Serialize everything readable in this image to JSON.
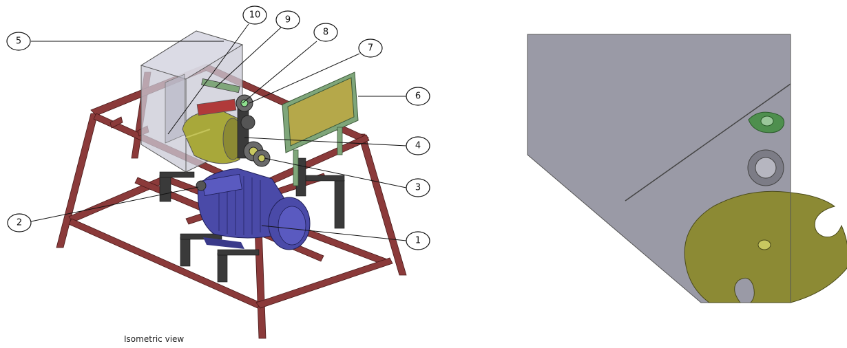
{
  "caption": "Isometric view",
  "callouts": [
    {
      "id": "c1",
      "label": "1"
    },
    {
      "id": "c2",
      "label": "2"
    },
    {
      "id": "c3",
      "label": "3"
    },
    {
      "id": "c4",
      "label": "4"
    },
    {
      "id": "c5",
      "label": "5"
    },
    {
      "id": "c6",
      "label": "6"
    },
    {
      "id": "c7",
      "label": "7"
    },
    {
      "id": "c8",
      "label": "8"
    },
    {
      "id": "c9",
      "label": "9"
    },
    {
      "id": "c10",
      "label": "10"
    }
  ],
  "colors": {
    "frame": "#8b3a3a",
    "frame_dark": "#6e2a2a",
    "motor": "#4a4aa8",
    "motor_dark": "#2f2f7a",
    "hopper": "#c9c9d6",
    "drum": "#a8a83a",
    "screen_frame": "#7fa67a",
    "screen_mesh": "#b5a84a",
    "support": "#3a3a3a",
    "plate": "#9a9aa6",
    "olive": "#8c8a34"
  }
}
